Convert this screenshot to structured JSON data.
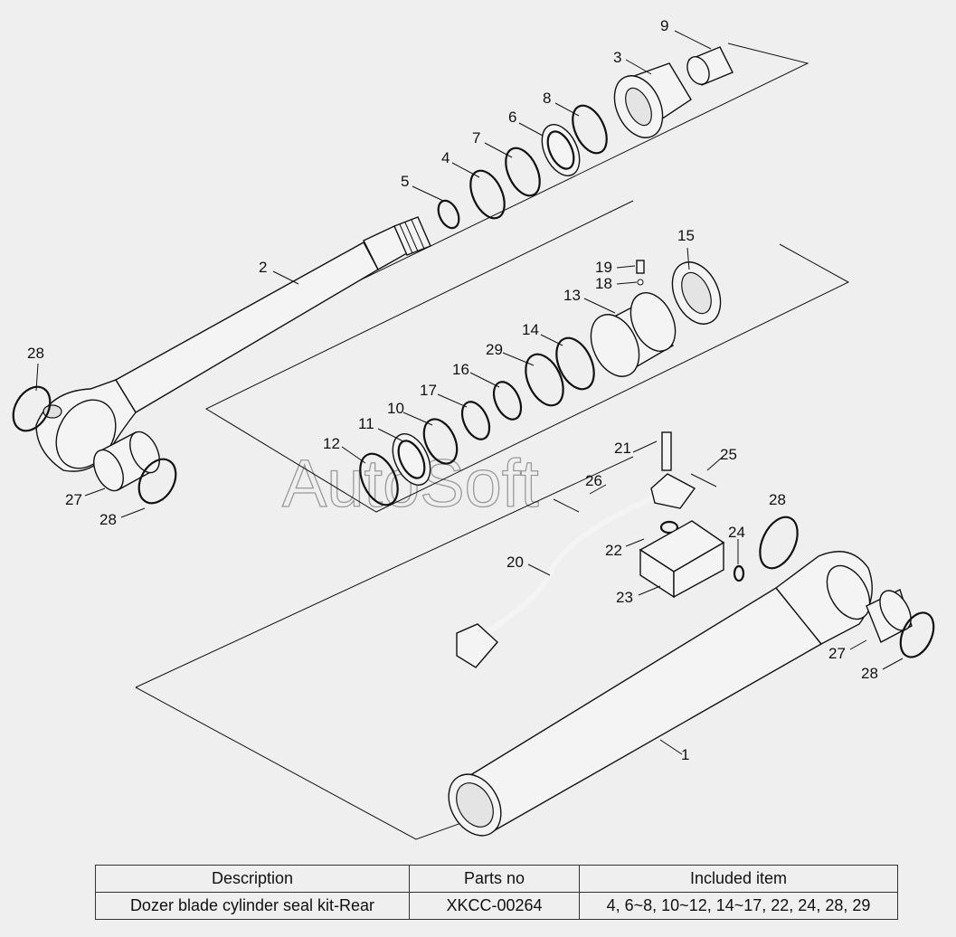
{
  "watermark": "AutoSoft",
  "callouts": {
    "p1": "1",
    "p2": "2",
    "p3": "3",
    "p4": "4",
    "p5": "5",
    "p6": "6",
    "p7": "7",
    "p8": "8",
    "p9": "9",
    "p10": "10",
    "p11": "11",
    "p12": "12",
    "p13": "13",
    "p14": "14",
    "p15": "15",
    "p16": "16",
    "p17": "17",
    "p18": "18",
    "p19": "19",
    "p20": "20",
    "p21": "21",
    "p22": "22",
    "p23": "23",
    "p24": "24",
    "p25": "25",
    "p26": "26",
    "p27": "27",
    "p28": "28",
    "p29": "29"
  },
  "table": {
    "headers": {
      "description": "Description",
      "parts_no": "Parts no",
      "included": "Included item"
    },
    "row": {
      "description": "Dozer blade cylinder seal kit-Rear",
      "parts_no": "XKCC-00264",
      "included": "4, 6~8, 10~12, 14~17, 22, 24, 28, 29"
    }
  }
}
